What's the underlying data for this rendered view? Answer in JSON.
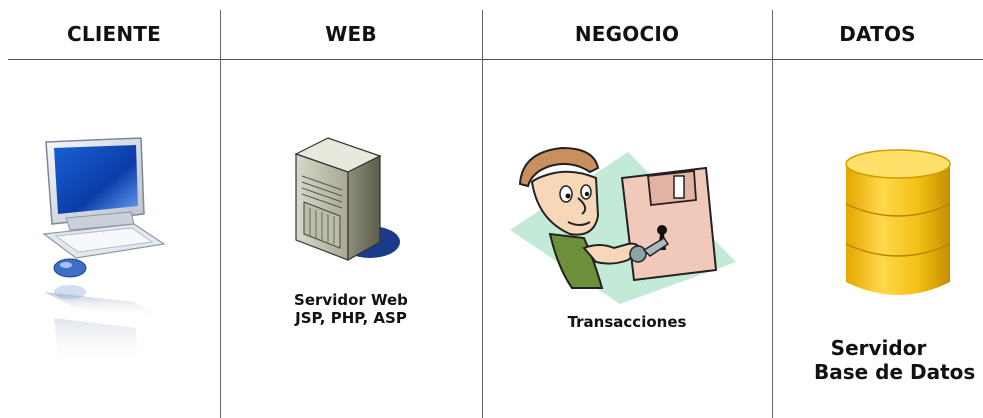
{
  "columns": [
    {
      "title": "CLIENTE"
    },
    {
      "title": "WEB",
      "caption_line1": "Servidor Web",
      "caption_line2": "JSP, PHP, ASP",
      "icon": "web-server-icon"
    },
    {
      "title": "NEGOCIO",
      "caption_line1": "Transacciones",
      "icon": "transaction-man-icon"
    },
    {
      "title": "DATOS",
      "caption_line1": "Servidor",
      "caption_line2": "Base de Datos",
      "icon": "database-icon"
    }
  ],
  "client_icon": "desktop-computer-icon"
}
